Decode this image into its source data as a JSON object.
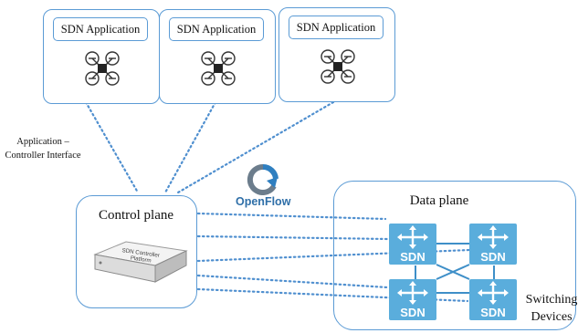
{
  "applications": [
    {
      "label": "SDN Application"
    },
    {
      "label": "SDN Application"
    },
    {
      "label": "SDN Application"
    }
  ],
  "interface_label": "Application – Controller Interface",
  "control_plane": {
    "title": "Control plane",
    "device_label_line1": "SDN Controller",
    "device_label_line2": "Platform"
  },
  "openflow": {
    "label": "OpenFlow"
  },
  "data_plane": {
    "title": "Data plane"
  },
  "switches": [
    {
      "label": "SDN"
    },
    {
      "label": "SDN"
    },
    {
      "label": "SDN"
    },
    {
      "label": "SDN"
    }
  ],
  "switching_devices_label": "Switching Devices",
  "colors": {
    "border": "#5b9bd5",
    "dotted_link": "#4f8fcf",
    "switch_fill": "#5aaddc",
    "openflow_text": "#2f6fa8"
  },
  "icons": {
    "application": "drone-icon",
    "controller": "server-appliance-icon",
    "switch": "network-switch-arrows-icon",
    "openflow": "openflow-logo-icon"
  }
}
